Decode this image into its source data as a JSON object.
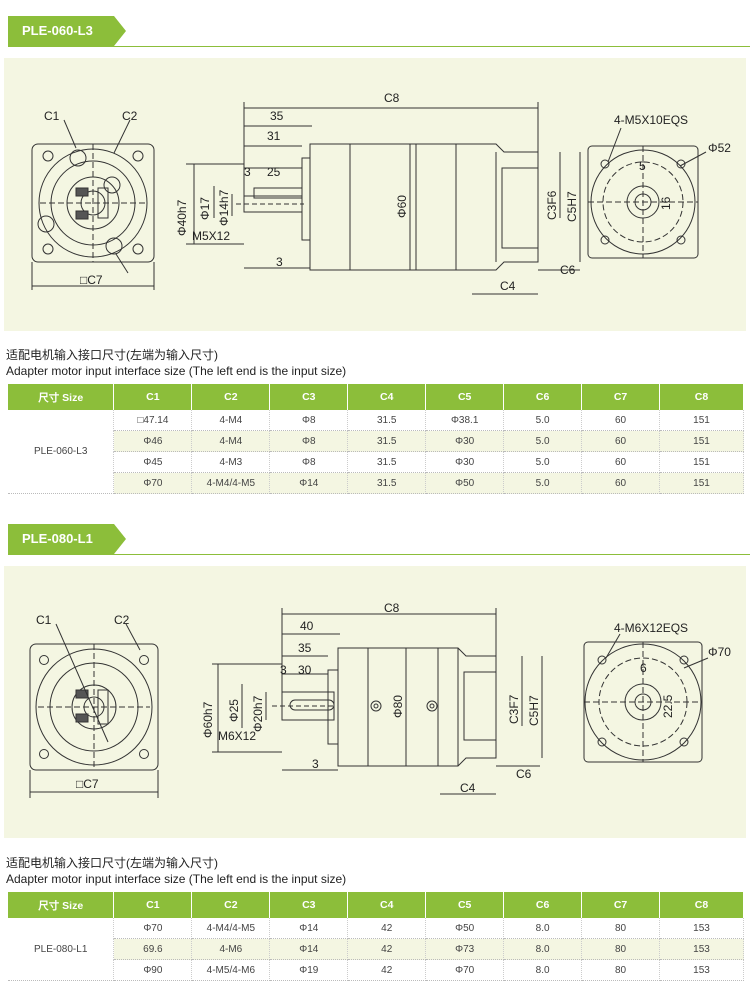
{
  "sections": [
    {
      "model_tag": "PLE-060-L3",
      "drawing": {
        "labels": {
          "c1": "C1",
          "c2": "C2",
          "c7": "□C7",
          "c8": "C8",
          "d35": "35",
          "d31": "31",
          "d3a": "3",
          "d25": "25",
          "d3b": "3",
          "phi40h7": "Φ40h7",
          "phi17": "Φ17",
          "phi14h7": "Φ14h7",
          "m5x12": "M5X12",
          "phi60": "Φ60",
          "c3f6": "C3F6",
          "c5h7": "C5H7",
          "c6": "C6",
          "c4": "C4",
          "bolt": "4-M5X10EQS",
          "phi52": "Φ52",
          "d5": "5",
          "d16": "16"
        }
      },
      "caption_cn": "适配电机输入接口尺寸(左端为输入尺寸)",
      "caption_en": "Adapter motor input interface size (The left end is the input size)",
      "table": {
        "headers": [
          "尺寸 Size",
          "C1",
          "C2",
          "C3",
          "C4",
          "C5",
          "C6",
          "C7",
          "C8"
        ],
        "model": "PLE-060-L3",
        "rows": [
          [
            "□47.14",
            "4-M4",
            "Φ8",
            "31.5",
            "Φ38.1",
            "5.0",
            "60",
            "151"
          ],
          [
            "Φ46",
            "4-M4",
            "Φ8",
            "31.5",
            "Φ30",
            "5.0",
            "60",
            "151"
          ],
          [
            "Φ45",
            "4-M3",
            "Φ8",
            "31.5",
            "Φ30",
            "5.0",
            "60",
            "151"
          ],
          [
            "Φ70",
            "4-M4/4-M5",
            "Φ14",
            "31.5",
            "Φ50",
            "5.0",
            "60",
            "151"
          ]
        ]
      }
    },
    {
      "model_tag": "PLE-080-L1",
      "drawing": {
        "labels": {
          "c1": "C1",
          "c2": "C2",
          "c7": "□C7",
          "c8": "C8",
          "d40": "40",
          "d35": "35",
          "d3a": "3",
          "d30": "30",
          "d3b": "3",
          "phi60h7": "Φ60h7",
          "phi25": "Φ25",
          "phi20h7": "Φ20h7",
          "m6x12": "M6X12",
          "phi80": "Φ80",
          "c3f7": "C3F7",
          "c5h7": "C5H7",
          "c6": "C6",
          "c4": "C4",
          "bolt": "4-M6X12EQS",
          "phi70": "Φ70",
          "d6": "6",
          "d225": "22.5"
        }
      },
      "caption_cn": "适配电机输入接口尺寸(左端为输入尺寸)",
      "caption_en": "Adapter motor input interface size (The left end is the input size)",
      "table": {
        "headers": [
          "尺寸 Size",
          "C1",
          "C2",
          "C3",
          "C4",
          "C5",
          "C6",
          "C7",
          "C8"
        ],
        "model": "PLE-080-L1",
        "rows": [
          [
            "Φ70",
            "4-M4/4-M5",
            "Φ14",
            "42",
            "Φ50",
            "8.0",
            "80",
            "153"
          ],
          [
            "69.6",
            "4-M6",
            "Φ14",
            "42",
            "Φ73",
            "8.0",
            "80",
            "153"
          ],
          [
            "Φ90",
            "4-M5/4-M6",
            "Φ19",
            "42",
            "Φ70",
            "8.0",
            "80",
            "153"
          ]
        ]
      }
    }
  ]
}
